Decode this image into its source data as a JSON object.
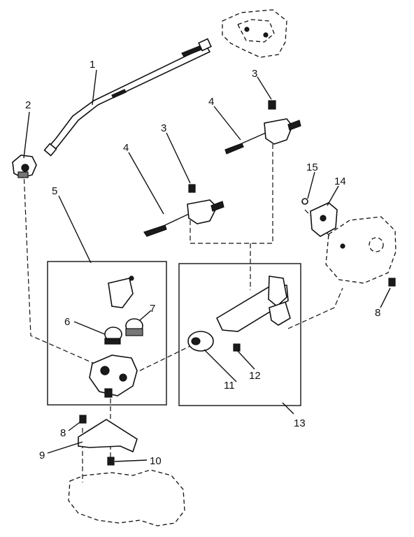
{
  "callouts": {
    "c1": "1",
    "c2": "2",
    "c3a": "3",
    "c3b": "3",
    "c4a": "4",
    "c4b": "4",
    "c5": "5",
    "c6": "6",
    "c7": "7",
    "c8a": "8",
    "c8b": "8",
    "c9": "9",
    "c10": "10",
    "c11": "11",
    "c12": "12",
    "c13": "13",
    "c14": "14",
    "c15": "15"
  }
}
